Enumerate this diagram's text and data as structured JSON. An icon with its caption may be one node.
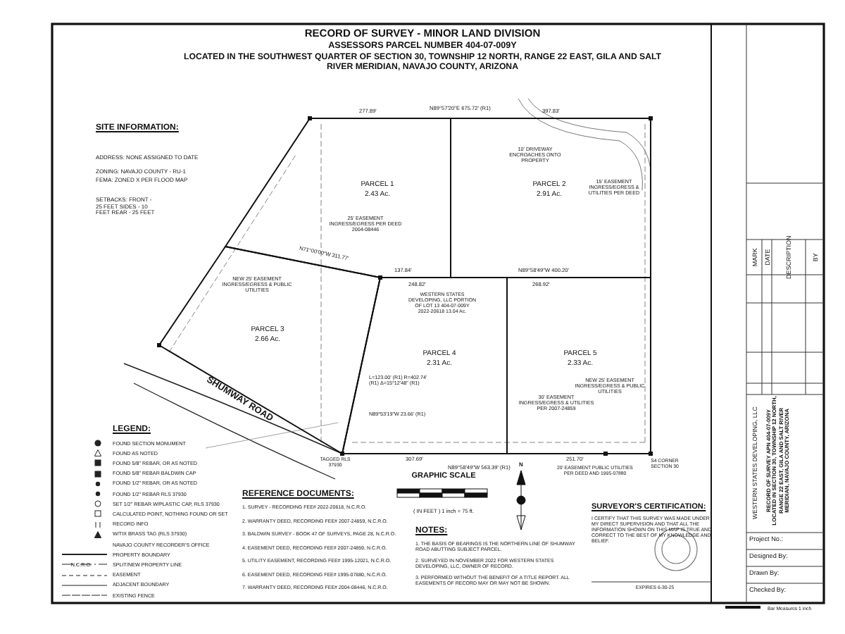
{
  "diagram": {
    "title": "RECORD OF SURVEY - MINOR LAND DIVISION",
    "nodes": [
      {
        "text": [
          "PARCEL 1",
          "2.43 Ac."
        ]
      },
      {
        "text": [
          "PARCEL 2",
          "2.91 Ac."
        ]
      },
      {
        "text": [
          "PARCEL 3",
          "2.66 Ac."
        ]
      },
      {
        "text": [
          "PARCEL 4",
          "2.31 Ac."
        ]
      },
      {
        "text": [
          "PARCEL 5",
          "2.33 Ac."
        ]
      }
    ],
    "labels": [
      "ASSESSORS PARCEL NUMBER 404-07-009Y",
      "LOCATED IN THE SOUTHWEST QUARTER OF SECTION 30, TOWNSHIP 12 NORTH, RANGE 22 EAST, GILA AND SALT RIVER MERIDIAN, NAVAJO COUNTY, ARIZONA",
      "SITE INFORMATION:",
      "ADDRESS: NONE ASSIGNED TO DATE",
      "ZONING: NAVAJO COUNTY - RU-1",
      "FEMA: ZONED X PER FLOOD MAP",
      "SETBACKS: FRONT - 25 FEET SIDES - 10 FEET REAR - 25 FEET",
      "N89°57'20\"E 675.72' (R1)",
      "277.89'",
      "397.83'",
      "10' DRIVEWAY ENCROACHES ONTO PROPERTY",
      "15' EASEMENT INGRESS/EGRESS & UTILITIES PER DEED",
      "25' EASEMENT INGRESS/EGRESS PER DEED 2004-08446",
      "N71°00'00\"W 311.77'",
      "137.84'",
      "248.82'",
      "N89°58'49\"W 400.20'",
      "268.92'",
      "WESTERN STATES DEVELOPING, LLC PORTION OF LOT 13 404-07-009Y 2022-20618 13.04 Ac.",
      "NEW 25' EASEMENT INGRESS/EGRESS & PUBLIC UTILITIES",
      "NEW 25' EASEMENT INGRESS/EGRESS & PUBLIC UTILITIES",
      "L=123.00' (R1) R=402.74' (R1) Δ=15°12'48\" (R1)",
      "N89°53'19\"W 23.66' (R1)",
      "30' EASEMENT INGRESS/EGRESS & UTILITIES PER 2007-24859",
      "TAGGED RLS 37930",
      "307.69'",
      "N89°58'49\"W 563.39' (R1)",
      "251.70'",
      "20' EASEMENT PUBLIC UTILITIES PER DEED AND 1995-07880",
      "S4 CORNER SECTION 30",
      "SHUMWAY ROAD",
      "GRAPHIC SCALE",
      "( IN FEET ) 1 inch = 75 ft.",
      "N",
      "REFERENCE DOCUMENTS:",
      "1. SURVEY - RECORDING FEE# 2022-20618, N.C.R.O.",
      "2. WARRANTY DEED, RECORDING FEE# 2007-24859, N.C.R.O.",
      "3. BALDWIN SURVEY - BOOK 47 OF SURVEYS, PAGE 28, N.C.R.O.",
      "4. EASEMENT DEED, RECORDING FEE# 2007-24859, N.C.R.O.",
      "5. UTILITY EASEMENT, RECORDING FEE# 1995-12021, N.C.R.O.",
      "6. EASEMENT DEED, RECORDING FEE# 1995-07880, N.C.R.O.",
      "7. WARRANTY DEED, RECORDING FEE# 2004-08446, N.C.R.O.",
      "NOTES:",
      "1. THE BASIS OF BEARINGS IS THE NORTHERN LINE OF SHUMWAY ROAD ABUTTING SUBJECT PARCEL.",
      "2. SURVEYED IN NOVEMBER 2022 FOR WESTERN STATES DEVELOPING, LLC, OWNER OF RECORD.",
      "3. PERFORMED WITHOUT THE BENEFIT OF A TITLE REPORT. ALL EASEMENTS OF RECORD MAY OR MAY NOT BE SHOWN.",
      "SURVEYOR'S CERTIFICATION:",
      "I CERTIFY THAT THIS SURVEY WAS MADE UNDER MY DIRECT SUPERVISION AND THAT ALL THE INFORMATION SHOWN ON THIS MAP IS TRUE AND CORRECT TO THE BEST OF MY KNOWLEDGE AND BELIEF.",
      "EXPIRES 6-30-25",
      "N.C.R.O.",
      "LEGEND:",
      "WESTERN STATES DEVELOPING, LLC",
      "RECORD OF SURVEY APN 404-07-009Y LOCATED IN SECTION 30, TOWNSHIP 12 NORTH, RANGE 22 EAST, GILA AND SALT RIVER MERIDIAN, NAVAJO COUNTY, ARIZONA",
      "MARK",
      "DATE",
      "DESCRIPTION",
      "BY",
      "Project No.:",
      "Designed By:",
      "Drawn By:",
      "Checked By:",
      "Bar Measures 1 inch"
    ],
    "legend": [
      {
        "text": "FOUND SECTION MONUMENT"
      },
      {
        "text": "FOUND AS NOTED"
      },
      {
        "text": "FOUND 5/8\" REBAR, OR AS NOTED"
      },
      {
        "text": "FOUND 5/8\" REBAR BALDWIN CAP"
      },
      {
        "text": "FOUND 1/2\" REBAR, OR AS NOTED"
      },
      {
        "text": "FOUND 1/2\" REBAR RLS 37930"
      },
      {
        "text": "SET 1/2\" REBAR W/PLASTIC CAP, RLS 37930"
      },
      {
        "text": "CALCULATED POINT, NOTHING FOUND OR SET"
      },
      {
        "text": "RECORD INFO"
      },
      {
        "text": "W/TIX BRASS TAG (RLS 37930)"
      },
      {
        "text": "NAVAJO COUNTY RECORDER'S OFFICE"
      },
      {
        "text": "PROPERTY BOUNDARY"
      },
      {
        "text": "SPLIT/NEW PROPERTY LINE"
      },
      {
        "text": "EASEMENT"
      },
      {
        "text": "ADJACENT BOUNDARY"
      },
      {
        "text": "EXISTING FENCE"
      }
    ]
  }
}
